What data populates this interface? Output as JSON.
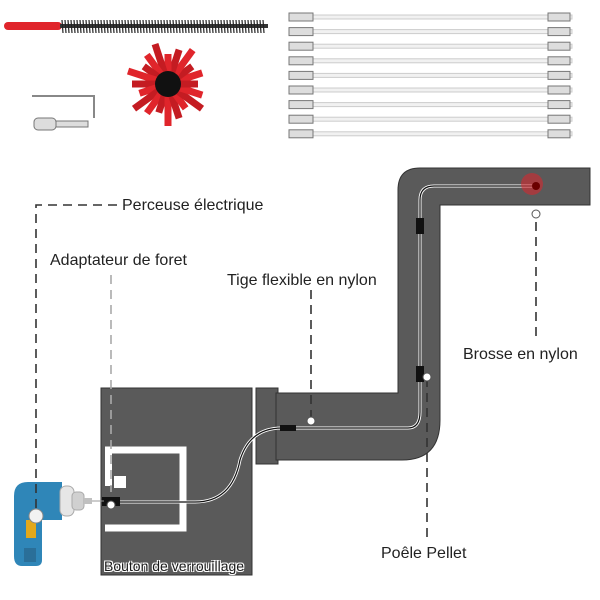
{
  "title": "Kit de ramonage poêle à pellets",
  "colors": {
    "duct": "#5a5a5a",
    "brush_red": "#e0252b",
    "drill_blue": "#2f86b8",
    "drill_yellow": "#e3a81a",
    "label_text": "#222222",
    "leader_line": "#333333"
  },
  "kit": {
    "rod_count": 9,
    "items": [
      "long-brush",
      "hex-key",
      "drill-adapter",
      "nylon-brush-head",
      "flexible-rods"
    ]
  },
  "labels": {
    "drill": "Perceuse électrique",
    "drill_adapter": "Adaptateur de foret",
    "flexible_rod": "Tige flexible en nylon",
    "nylon_brush": "Brosse en nylon",
    "lock_button": "Bouton de verrouillage",
    "pellet_stove": "Poêle Pellet"
  }
}
